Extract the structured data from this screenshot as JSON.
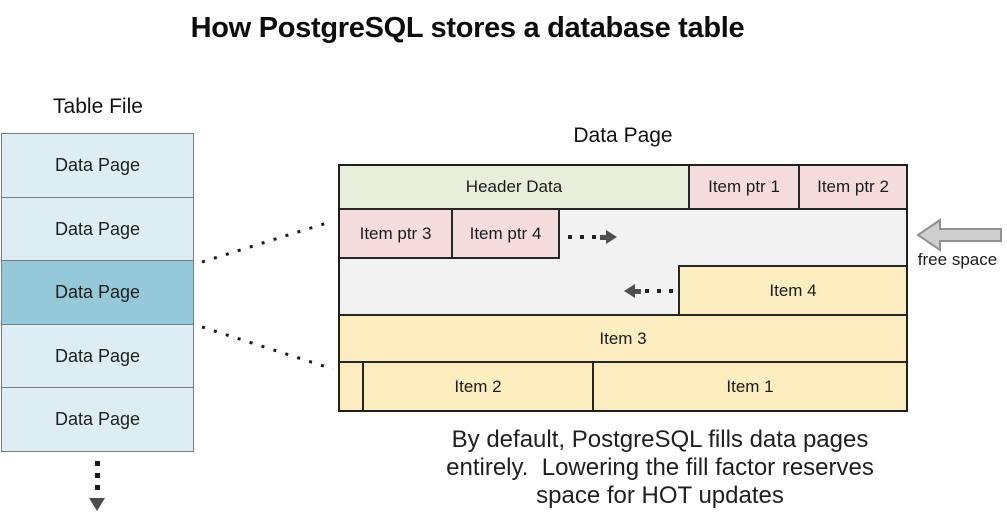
{
  "title": "How PostgreSQL stores a database table",
  "table_file": {
    "heading": "Table File",
    "pages": [
      {
        "label": "Data Page",
        "highlighted": false
      },
      {
        "label": "Data Page",
        "highlighted": false
      },
      {
        "label": "Data Page",
        "highlighted": true
      },
      {
        "label": "Data Page",
        "highlighted": false
      },
      {
        "label": "Data Page",
        "highlighted": false
      }
    ]
  },
  "data_page": {
    "heading": "Data Page",
    "header_cell": "Header Data",
    "item_ptrs": [
      "Item ptr 1",
      "Item ptr 2",
      "Item ptr 3",
      "Item ptr 4"
    ],
    "items": {
      "item1": "Item 1",
      "item2": "Item 2",
      "item3": "Item 3",
      "item4": "Item 4"
    },
    "free_space_label": "free space"
  },
  "caption": {
    "line1": "By default, PostgreSQL fills data pages",
    "line2": "entirely.  Lowering the fill factor reserves",
    "line3": "space for HOT updates"
  },
  "icons": {
    "free_space_arrow": "left-block-arrow",
    "fill_direction_right": "dotted-arrow-right",
    "fill_direction_left": "dotted-arrow-left",
    "more_pages": "dotted-arrow-down"
  },
  "colors": {
    "page_fill": "#dcedf4",
    "page_highlight": "#95c8d8",
    "header_fill": "#e7efdb",
    "item_ptr_fill": "#f4dcdc",
    "item_fill": "#fcedc0",
    "free_space_fill": "#f2f2f2",
    "block_arrow_fill": "#cfcfcf",
    "border_dark": "#262626",
    "border_grey": "#7c7c7c"
  }
}
